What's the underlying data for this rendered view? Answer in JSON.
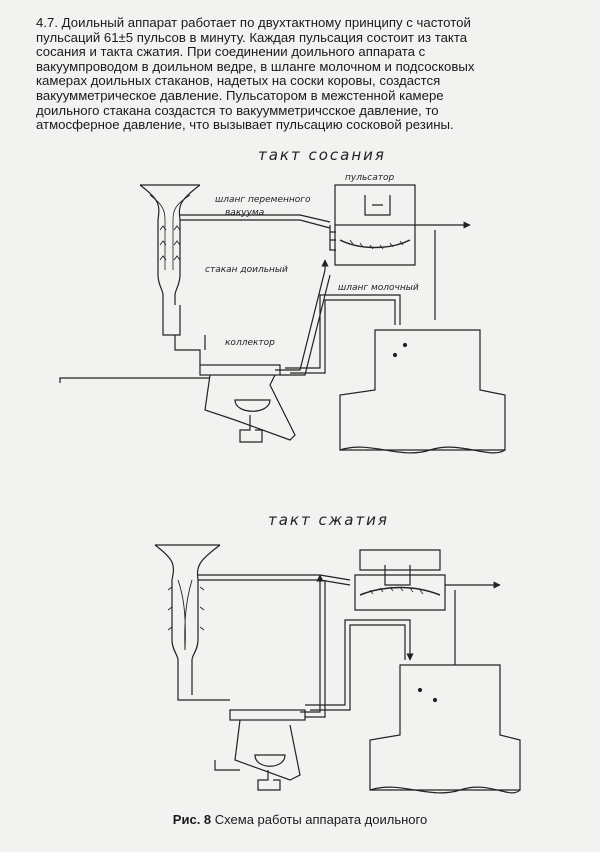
{
  "paragraph": {
    "lines": [
      "4.7. Доильный аппарат работает по двухтактному принципу  с частотой",
      "пульсаций 61±5 пульсов в минуту. Каждая пульсация состоит из такта",
      "сосания и такта сжатия. При соединении доильного аппарата с",
      "вакуумпроводом в доильном ведре, в шланге молочном и подсосковых",
      "камерах доильных стаканов, надетых на соски коровы, создастся",
      "вакуумметрическое давление. Пульсатором в межстенной камере",
      "доильного стакана создастся то вакуумметричсское давление, то",
      "атмосферное давление, что вызывает пульсацию сосковой резины."
    ]
  },
  "diagram_top": {
    "title": "такт сосания",
    "label_pulsator": "пульсатор",
    "label_variable_vacuum_hose": "шланг переменного",
    "label_variable_vacuum_hose_2": "вакуума",
    "label_teat_cup": "стакан доильный",
    "label_milk_hose": "шланг молочный",
    "label_collector": "коллектор"
  },
  "diagram_bottom": {
    "title": "такт сжатия"
  },
  "caption": {
    "number": "Рис. 8",
    "text": "Схема работы аппарата доильного"
  }
}
